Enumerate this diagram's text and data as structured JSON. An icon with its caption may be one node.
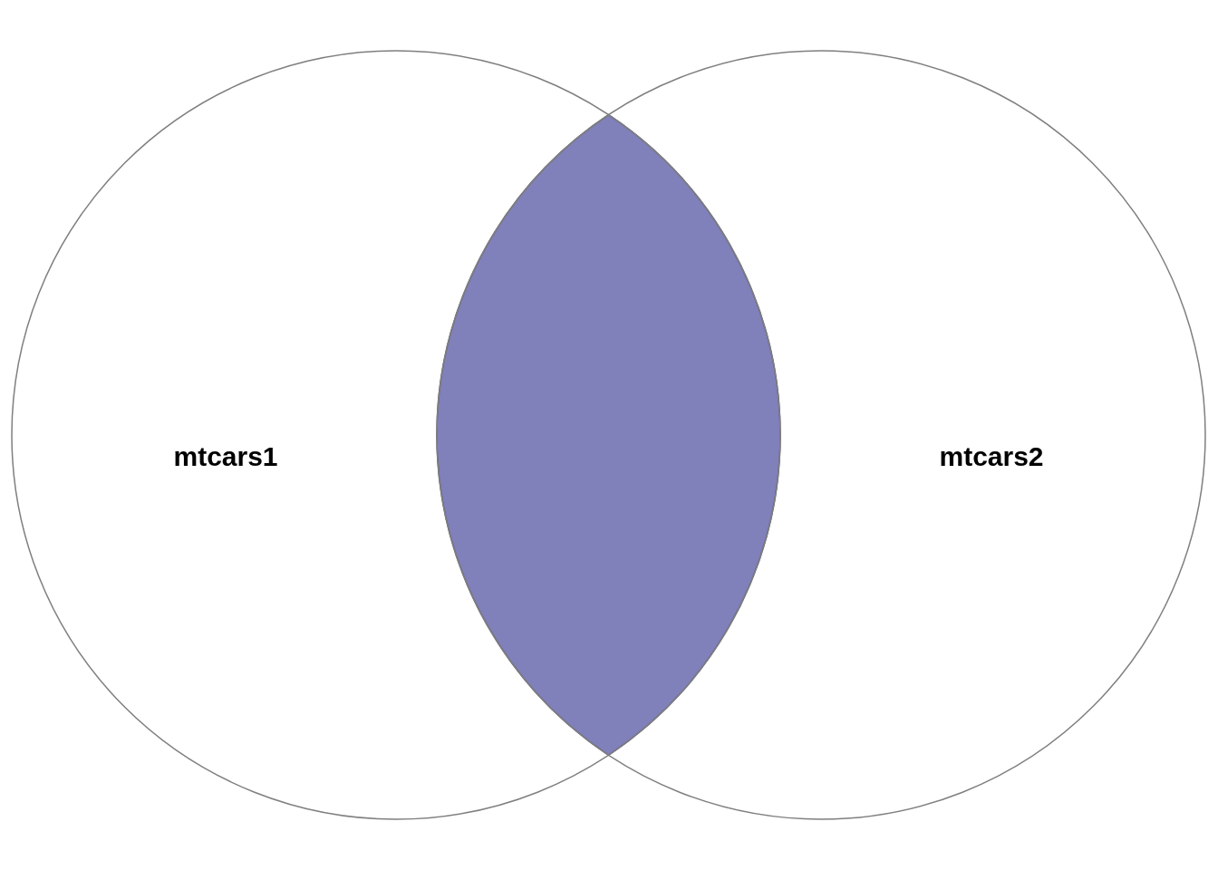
{
  "diagram": {
    "nodes": [
      {
        "text": [
          "mtcars1"
        ]
      },
      {
        "text": [],
        "shape": "lens"
      },
      {
        "text": [
          "mtcars2"
        ]
      }
    ]
  }
}
